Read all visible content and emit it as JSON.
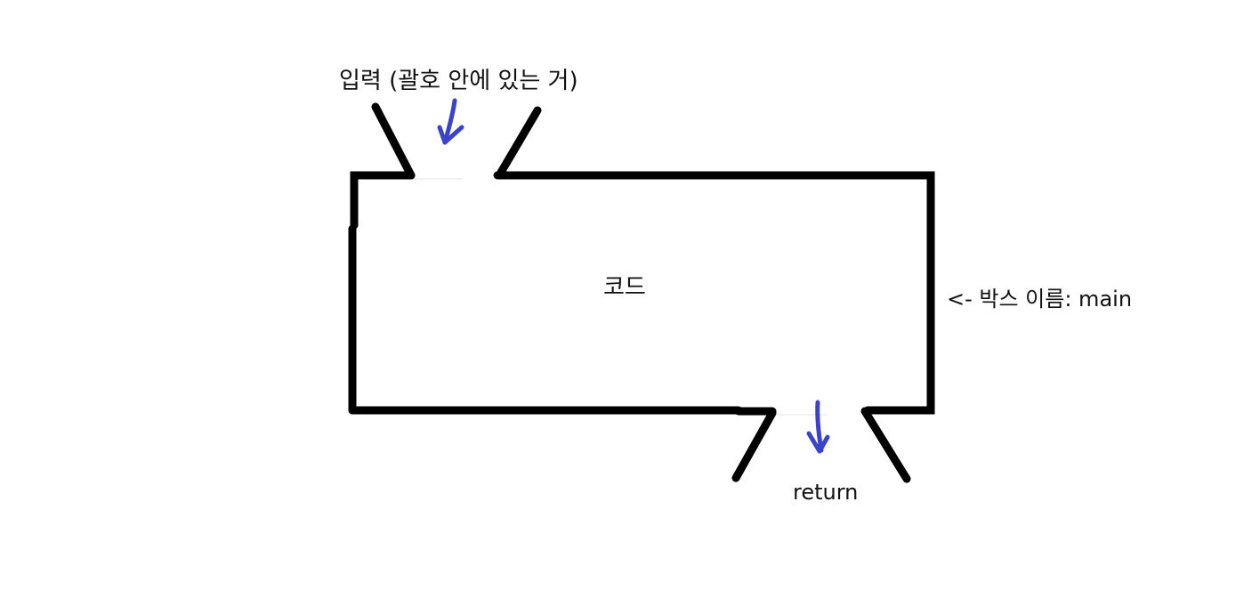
{
  "diagram": {
    "input_label": "입력 (괄호 안에 있는 거)",
    "code_label": "코드",
    "box_name_label": "<- 박스 이름: main",
    "return_label": "return"
  },
  "colors": {
    "stroke": "#000000",
    "arrow": "#3b43c9",
    "background": "#ffffff"
  }
}
